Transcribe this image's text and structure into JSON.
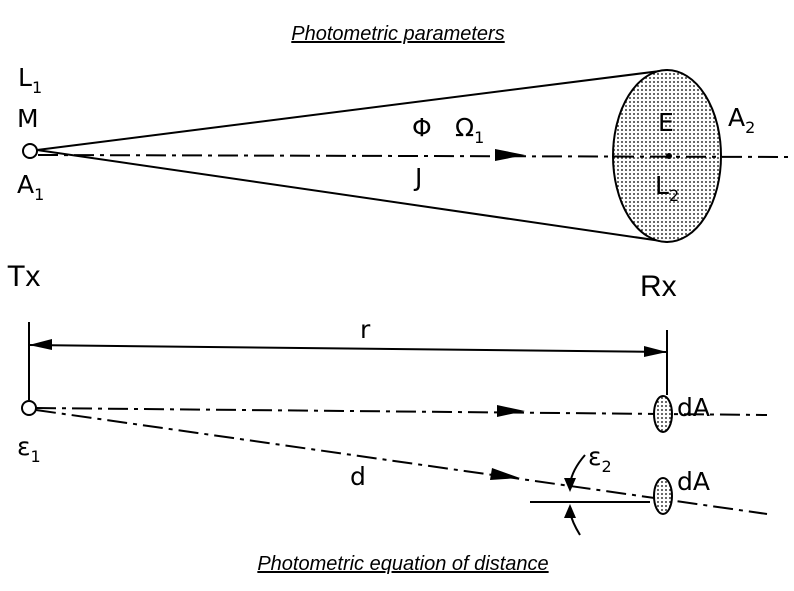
{
  "captions": {
    "top": "Photometric parameters",
    "bottom": "Photometric equation of distance"
  },
  "top_diagram": {
    "luminance_source": "L",
    "luminance_source_sub": "1",
    "exitance": "M",
    "source_area": "A",
    "source_area_sub": "1",
    "flux": "Φ",
    "solid_angle": "Ω",
    "solid_angle_sub": "1",
    "intensity": "J",
    "illuminance": "E",
    "target_area": "A",
    "target_area_sub": "2",
    "luminance_target": "L",
    "luminance_target_sub": "2"
  },
  "bottom_diagram": {
    "transmitter": "Tx",
    "receiver": "Rx",
    "distance_r": "r",
    "distance_d": "d",
    "angle1": "ε",
    "angle1_sub": "1",
    "angle2": "ε",
    "angle2_sub": "2",
    "element_upper": "dA",
    "element_lower": "dA"
  },
  "colors": {
    "ink": "#000000",
    "background": "#ffffff"
  }
}
